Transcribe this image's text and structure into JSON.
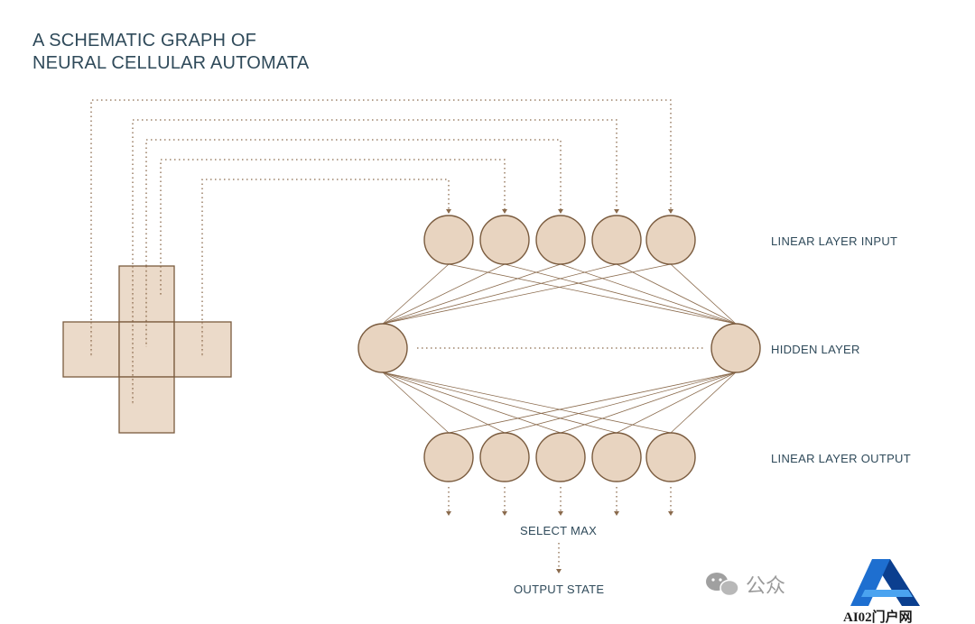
{
  "title": {
    "line1": "A SCHEMATIC GRAPH OF",
    "line2": "NEURAL CELLULAR AUTOMATA"
  },
  "labels": {
    "input": "LINEAR LAYER INPUT",
    "hidden": "HIDDEN LAYER",
    "output": "LINEAR LAYER OUTPUT",
    "select": "SELECT MAX",
    "state": "OUTPUT STATE"
  },
  "watermark": {
    "cn": "公众",
    "site": "AI02门户网"
  },
  "colors": {
    "node_fill": "#e8d4c0",
    "node_stroke": "#7a5b3e",
    "line": "#8a6a4c",
    "text": "#2f4a5a",
    "logo_blue": "#1e6fd0"
  }
}
